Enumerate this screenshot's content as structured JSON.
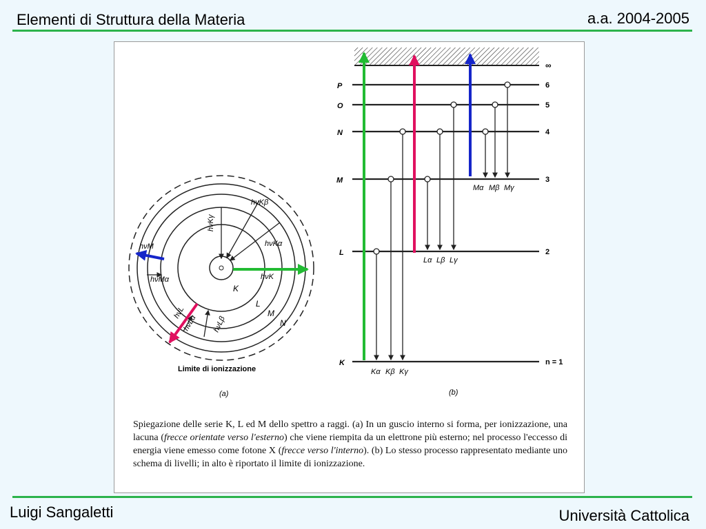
{
  "header": {
    "title": "Elementi di Struttura della Materia",
    "year": "a.a. 2004-2005"
  },
  "footer": {
    "author": "Luigi Sangaletti",
    "institution": "Università Cattolica"
  },
  "figure": {
    "panel_a": {
      "label": "(a)",
      "shells": [
        "K",
        "L",
        "M",
        "N"
      ],
      "ionization_limit": "Limite di ionizzazione",
      "transitions": [
        "hνK",
        "hνKα",
        "hνKβ",
        "hνKγ",
        "hνM",
        "hνMα",
        "hνL",
        "hνLα",
        "hνLβ"
      ]
    },
    "panel_b": {
      "label": "(b)",
      "levels": [
        {
          "name": "K",
          "n": "n = 1"
        },
        {
          "name": "L",
          "n": "2"
        },
        {
          "name": "M",
          "n": "3"
        },
        {
          "name": "N",
          "n": "4"
        },
        {
          "name": "O",
          "n": "5"
        },
        {
          "name": "P",
          "n": "6"
        },
        {
          "name": "",
          "n": "∞"
        }
      ],
      "series_labels": {
        "K": [
          "Kα",
          "Kβ",
          "Kγ"
        ],
        "L": [
          "Lα",
          "Lβ",
          "Lγ"
        ],
        "M": [
          "Mα",
          "Mβ",
          "Mγ"
        ]
      }
    },
    "caption": {
      "part1": "Spiegazione delle serie K, L ed M dello spettro a raggi. (a) In un guscio interno si forma, per ionizzazione, una lacuna (",
      "italic1": "frecce orientate verso l'esterno",
      "part2": ") che viene riempita da un elettrone più esterno; nel processo l'eccesso di energia viene emesso come fotone X (",
      "italic2": "frecce verso l'interno",
      "part3": "). (b) Lo stesso processo rappresentato mediante uno schema di livelli; in alto è riportato il limite di ionizzazione."
    }
  },
  "colors": {
    "rule": "#2bb34b",
    "green_arrow": "#22bb33",
    "pink_arrow": "#e0105f",
    "blue_arrow": "#1525c9"
  }
}
